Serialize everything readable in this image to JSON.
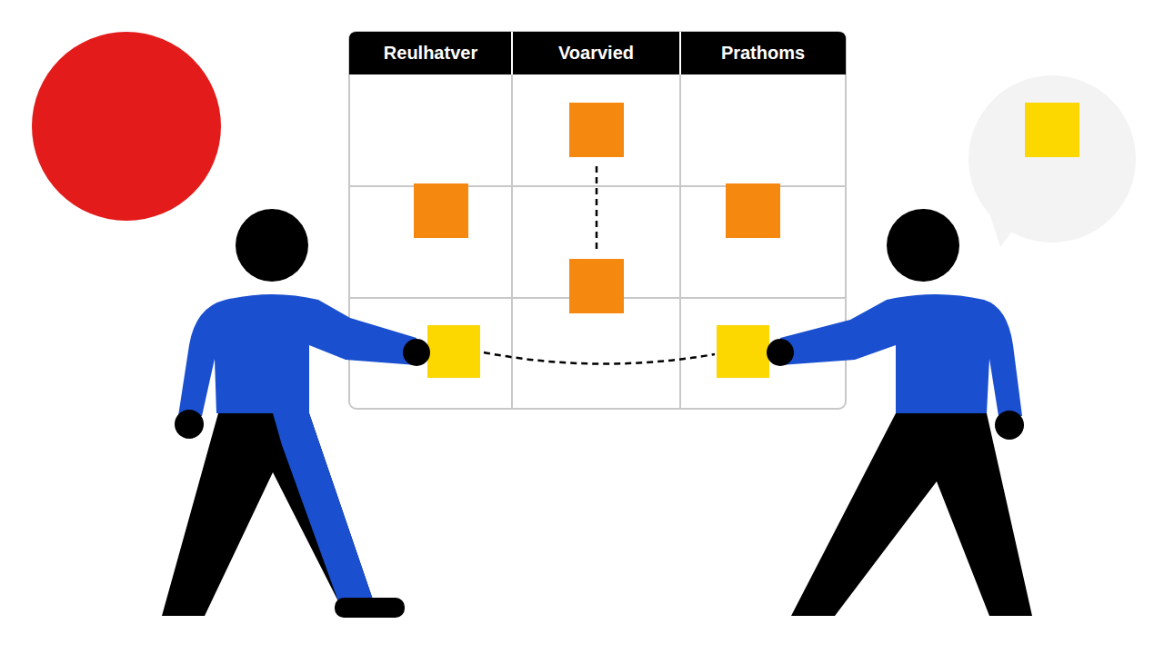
{
  "diagram": {
    "labels": [
      "Reulhatver",
      "Voarvied",
      "Prathoms"
    ]
  }
}
